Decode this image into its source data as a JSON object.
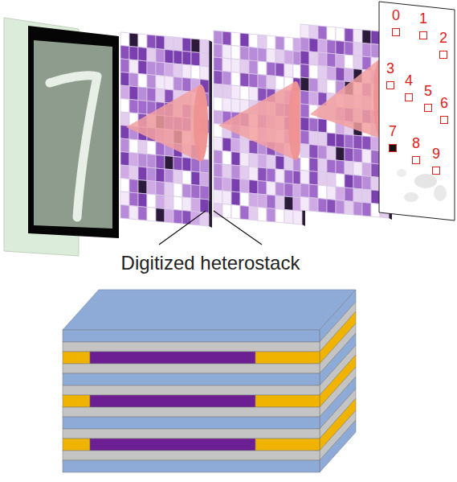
{
  "diagram": {
    "labels": [
      "0",
      "1",
      "2",
      "3",
      "4",
      "5",
      "6",
      "7",
      "8",
      "9",
      "Digitized heterostack"
    ]
  }
}
